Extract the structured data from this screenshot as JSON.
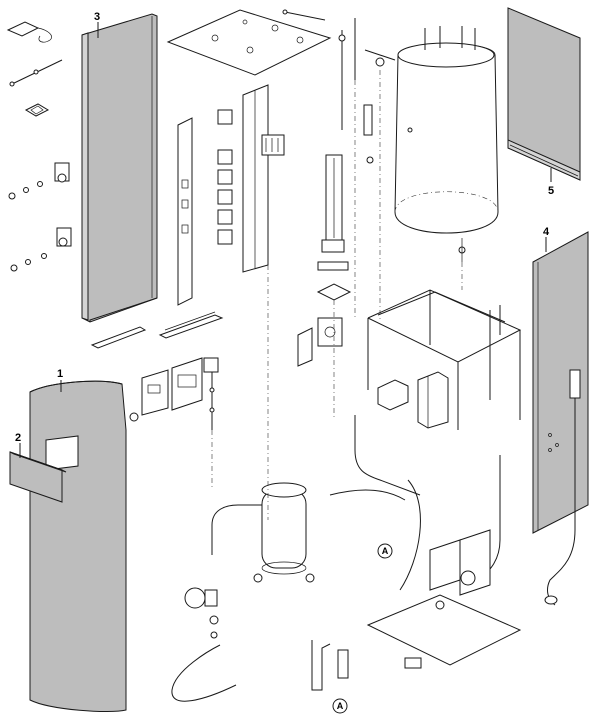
{
  "callouts": [
    {
      "id": "label-1",
      "text": "1"
    },
    {
      "id": "label-2",
      "text": "2"
    },
    {
      "id": "label-3",
      "text": "3"
    },
    {
      "id": "label-4",
      "text": "4"
    },
    {
      "id": "label-5",
      "text": "5"
    }
  ],
  "connectors": [
    {
      "id": "connector-a-upper",
      "text": "A"
    },
    {
      "id": "connector-a-lower",
      "text": "A"
    }
  ],
  "colors": {
    "panel_fill": "#bdbdbd",
    "line": "#1a1a1a",
    "background": "#ffffff"
  }
}
